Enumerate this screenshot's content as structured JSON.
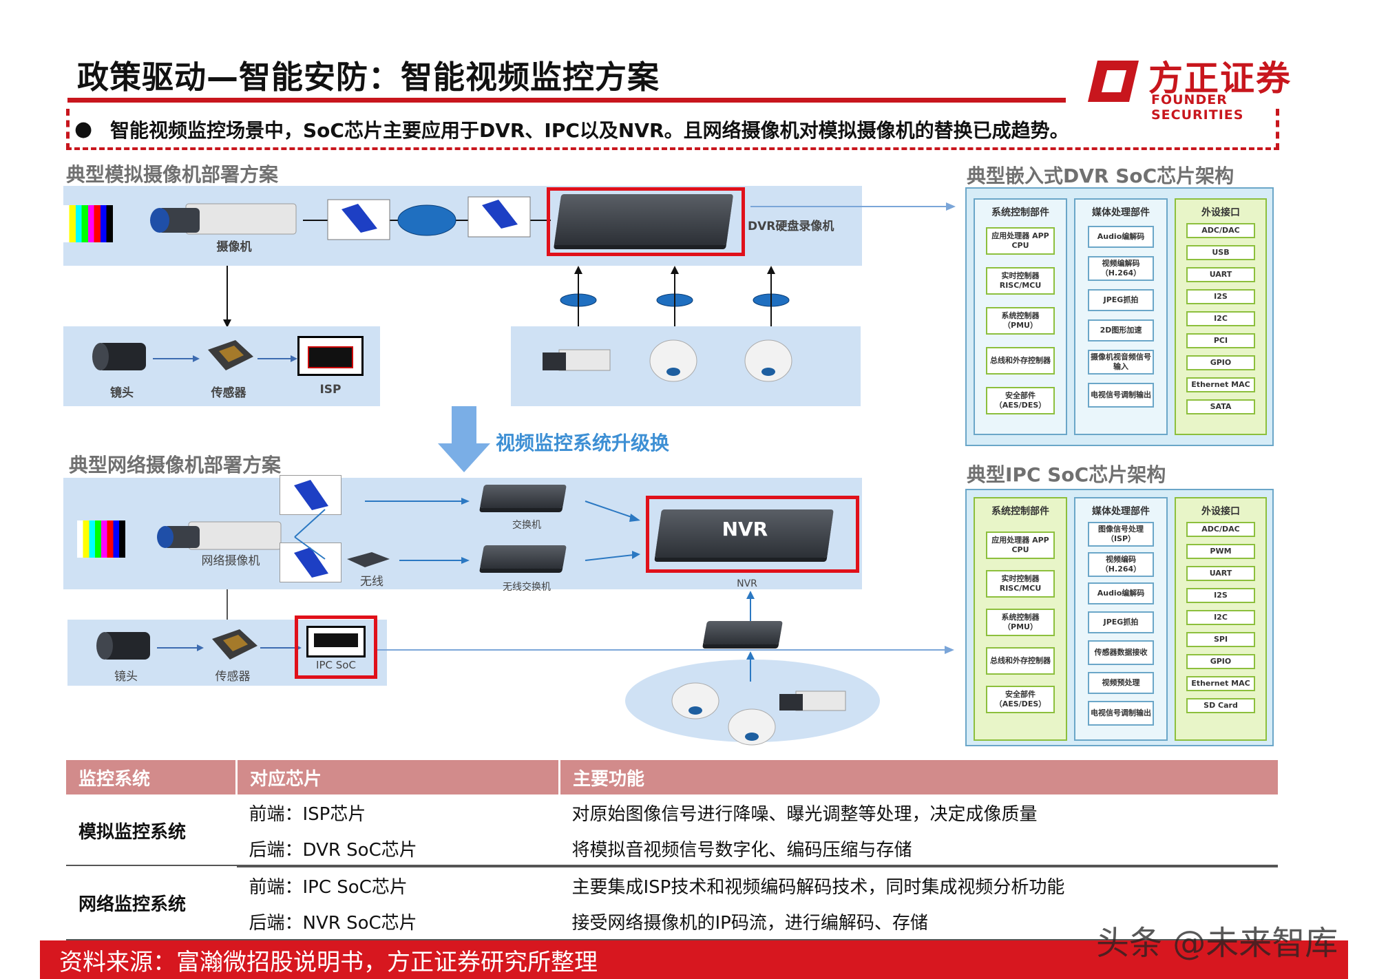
{
  "header": {
    "title": "政策驱动—智能安防：智能视频监控方案",
    "logo_cn": "方正证券",
    "logo_en": "FOUNDER SECURITIES"
  },
  "bullet": "智能视频监控场景中，SoC芯片主要应用于DVR、IPC以及NVR。且网络摄像机对模拟摄像机的替换已成趋势。",
  "analog": {
    "section_title": "典型模拟摄像机部署方案",
    "camera_label": "摄像机",
    "dvr_label": "DVR硬盘录像机",
    "lens_label": "镜头",
    "sensor_label": "传感器",
    "isp_label": "ISP"
  },
  "upgrade_label": "视频监控系统升级换",
  "network": {
    "section_title": "典型网络摄像机部署方案",
    "camera_label": "网络摄像机",
    "wireless_label": "无线",
    "switch_label": "交换机",
    "wireless_switch_label": "无线交换机",
    "nvr_text": "NVR",
    "nvr_label": "NVR",
    "lens_label": "镜头",
    "sensor_label": "传感器",
    "ipc_label": "IPC SoC"
  },
  "dvr_arch": {
    "title": "典型嵌入式DVR SoC芯片架构",
    "columns": [
      {
        "title": "系统控制部件",
        "items": [
          "应用处理器 APP CPU",
          "实时控制器 RISC/MCU",
          "系统控制器（PMU）",
          "总线和外存控制器",
          "安全部件（AES/DES）"
        ]
      },
      {
        "title": "媒体处理部件",
        "items": [
          "Audio编解码",
          "视频编解码（H.264）",
          "JPEG抓拍",
          "2D图形加速",
          "摄像机视音频信号输入",
          "电视信号调制输出"
        ]
      },
      {
        "title": "外设接口",
        "items": [
          "ADC/DAC",
          "USB",
          "UART",
          "I2S",
          "I2C",
          "PCI",
          "GPIO",
          "Ethernet MAC",
          "SATA"
        ]
      }
    ]
  },
  "ipc_arch": {
    "title": "典型IPC SoC芯片架构",
    "columns": [
      {
        "title": "系统控制部件",
        "items": [
          "应用处理器 APP CPU",
          "实时控制器 RISC/MCU",
          "系统控制器（PMU）",
          "总线和外存控制器",
          "安全部件（AES/DES）"
        ]
      },
      {
        "title": "媒体处理部件",
        "items": [
          "图像信号处理（ISP）",
          "视频编码（H.264）",
          "Audio编解码",
          "JPEG抓拍",
          "传感器数据接收",
          "视频预处理",
          "电视信号调制输出"
        ]
      },
      {
        "title": "外设接口",
        "items": [
          "ADC/DAC",
          "PWM",
          "UART",
          "I2S",
          "I2C",
          "SPI",
          "GPIO",
          "Ethernet MAC",
          "SD Card"
        ]
      }
    ]
  },
  "table": {
    "headers": [
      "监控系统",
      "对应芯片",
      "主要功能"
    ],
    "groups": [
      {
        "system": "模拟监控系统",
        "rows": [
          {
            "chip": "前端：ISP芯片",
            "func": "对原始图像信号进行降噪、曝光调整等处理，决定成像质量"
          },
          {
            "chip": "后端：DVR SoC芯片",
            "func": "将模拟音视频信号数字化、编码压缩与存储"
          }
        ]
      },
      {
        "system": "网络监控系统",
        "rows": [
          {
            "chip": "前端：IPC SoC芯片",
            "func": "主要集成ISP技术和视频编码解码技术，同时集成视频分析功能"
          },
          {
            "chip": "后端：NVR SoC芯片",
            "func": "接受网络摄像机的IP码流，进行编解码、存储"
          }
        ]
      }
    ]
  },
  "footer": "资料来源：富瀚微招股说明书，方正证券研究所整理",
  "watermark": "头条 @未来智库",
  "colors": {
    "brand_red": "#c8161d",
    "header_pink": "#d28b8b",
    "panel_blue": "#cfe1f4",
    "accent_blue": "#3d8fd4"
  }
}
